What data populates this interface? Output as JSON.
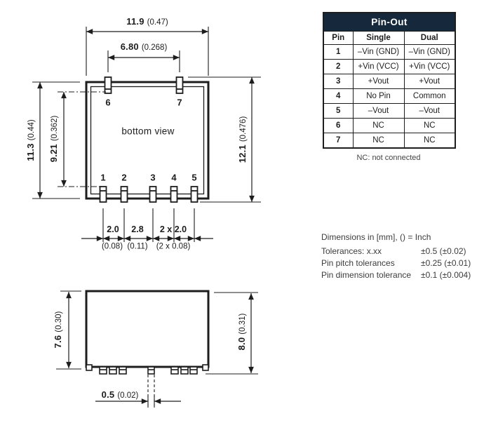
{
  "drawing": {
    "bottom_view": {
      "label": "bottom view",
      "pins_top": [
        "6",
        "7"
      ],
      "pins_bottom": [
        "1",
        "2",
        "3",
        "4",
        "5"
      ],
      "dims": {
        "w_outer": {
          "mm": "11.9",
          "inch": "(0.47)"
        },
        "w_top_pins": {
          "mm": "6.80",
          "inch": "(0.268)"
        },
        "h_body": {
          "mm": "11.3",
          "inch": "(0.44)"
        },
        "h_pins": {
          "mm": "9.21",
          "inch": "(0.362)"
        },
        "h_overall": {
          "mm": "12.1",
          "inch": "(0.476)"
        },
        "p1": {
          "mm": "2.0",
          "inch": "(0.08)"
        },
        "p2": {
          "mm": "2.8",
          "inch": "(0.11)"
        },
        "p3": {
          "mm": "2 x 2.0",
          "inch": "(2 x 0.08)"
        }
      }
    },
    "side_view": {
      "dims": {
        "h_body": {
          "mm": "7.6",
          "inch": "(0.30)"
        },
        "h_overall": {
          "mm": "8.0",
          "inch": "(0.31)"
        },
        "pin_w": {
          "mm": "0.5",
          "inch": "(0.02)"
        }
      }
    }
  },
  "pinout_table": {
    "title": "Pin-Out",
    "columns": [
      "Pin",
      "Single",
      "Dual"
    ],
    "rows": [
      {
        "pin": "1",
        "single": "–Vin (GND)",
        "dual": "–Vin (GND)"
      },
      {
        "pin": "2",
        "single": "+Vin (VCC)",
        "dual": "+Vin (VCC)"
      },
      {
        "pin": "3",
        "single": "+Vout",
        "dual": "+Vout"
      },
      {
        "pin": "4",
        "single": "No Pin",
        "dual": "Common"
      },
      {
        "pin": "5",
        "single": "–Vout",
        "dual": "–Vout"
      },
      {
        "pin": "6",
        "single": "NC",
        "dual": "NC"
      },
      {
        "pin": "7",
        "single": "NC",
        "dual": "NC"
      }
    ],
    "footnote": "NC: not connected"
  },
  "notes": {
    "line1": "Dimensions in [mm], () = Inch",
    "rows": [
      {
        "label": "Tolerances: x.xx",
        "value": "±0.5 (±0.02)"
      },
      {
        "label": "Pin pitch tolerances",
        "value": "±0.25 (±0.01)"
      },
      {
        "label": "Pin dimension tolerance",
        "value": "±0.1 (±0.004)"
      }
    ]
  },
  "colors": {
    "header_bg": "#16293c",
    "line": "#1d1d1d",
    "text": "#1d1d1d"
  }
}
